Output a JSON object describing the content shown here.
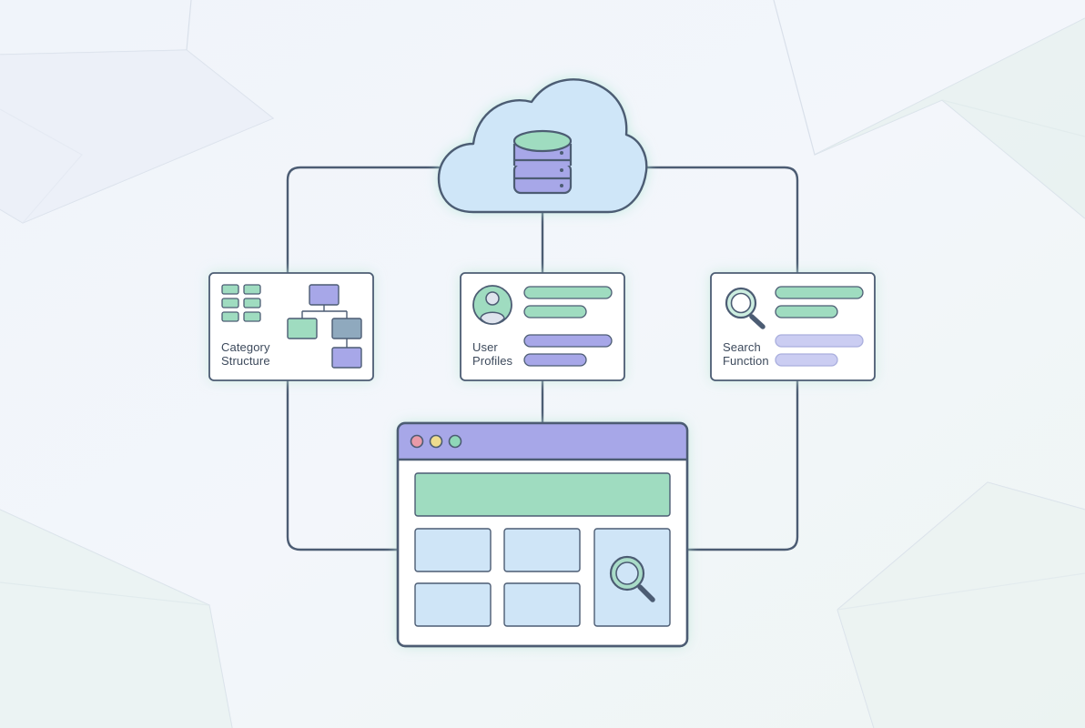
{
  "colors": {
    "background": "#f1f5fa",
    "outline": "#4c5c73",
    "green": "#9fdcc0",
    "purple": "#a7a7e8",
    "purple_light": "#cbcdf2",
    "blue": "#cfe5f7",
    "cloud": "#cfe6f8",
    "window_dot_red": "#e99aa8",
    "window_dot_yellow": "#eedc8e",
    "window_dot_green": "#8fd8b8"
  },
  "icons": {
    "cloud": "cloud-icon",
    "database": "database-icon",
    "grid": "grid-icon",
    "hierarchy": "hierarchy-icon",
    "user": "user-avatar-icon",
    "search": "search-icon"
  },
  "cards": {
    "category": {
      "line1": "Category",
      "line2": "Structure"
    },
    "profiles": {
      "line1": "User",
      "line2": "Profiles"
    },
    "search": {
      "line1": "Search",
      "line2": "Function"
    }
  }
}
